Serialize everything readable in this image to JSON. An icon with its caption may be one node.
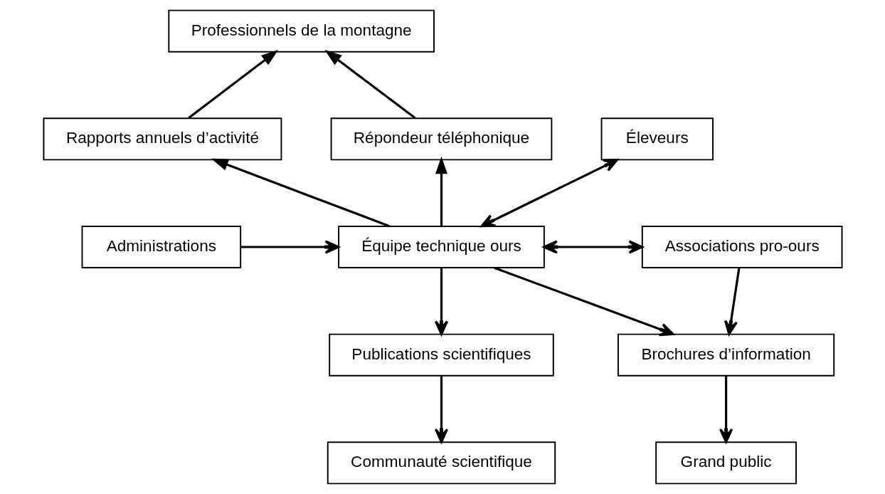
{
  "diagram": {
    "nodes": [
      {
        "text": [
          "Professionnels de la montagne"
        ]
      },
      {
        "text": [
          "Éleveurs"
        ]
      },
      {
        "text": [
          "Rapports annuels d’activité"
        ]
      },
      {
        "text": [
          "Répondeur téléphonique"
        ]
      },
      {
        "text": [
          "Équipe technique ours"
        ]
      },
      {
        "text": [
          "Administrations"
        ]
      },
      {
        "text": [
          "Associations pro-ours"
        ]
      },
      {
        "text": [
          "Publications scientifiques"
        ]
      },
      {
        "text": [
          "Brochures d’information"
        ]
      },
      {
        "text": [
          "Communauté scientifique"
        ]
      },
      {
        "text": [
          "Grand public"
        ]
      }
    ],
    "edges": [
      {
        "from": 2,
        "to": 0,
        "arrow": "to"
      },
      {
        "from": 3,
        "to": 0,
        "arrow": "to"
      },
      {
        "from": 4,
        "to": 1,
        "arrow": "both"
      },
      {
        "from": 4,
        "to": 2,
        "arrow": "to"
      },
      {
        "from": 4,
        "to": 3,
        "arrow": "to"
      },
      {
        "from": 5,
        "to": 4,
        "arrow": "to"
      },
      {
        "from": 4,
        "to": 6,
        "arrow": "both"
      },
      {
        "from": 4,
        "to": 7,
        "arrow": "to"
      },
      {
        "from": 4,
        "to": 8,
        "arrow": "to"
      },
      {
        "from": 6,
        "to": 8,
        "arrow": "to"
      },
      {
        "from": 7,
        "to": 9,
        "arrow": "to"
      },
      {
        "from": 8,
        "to": 10,
        "arrow": "to"
      }
    ]
  }
}
